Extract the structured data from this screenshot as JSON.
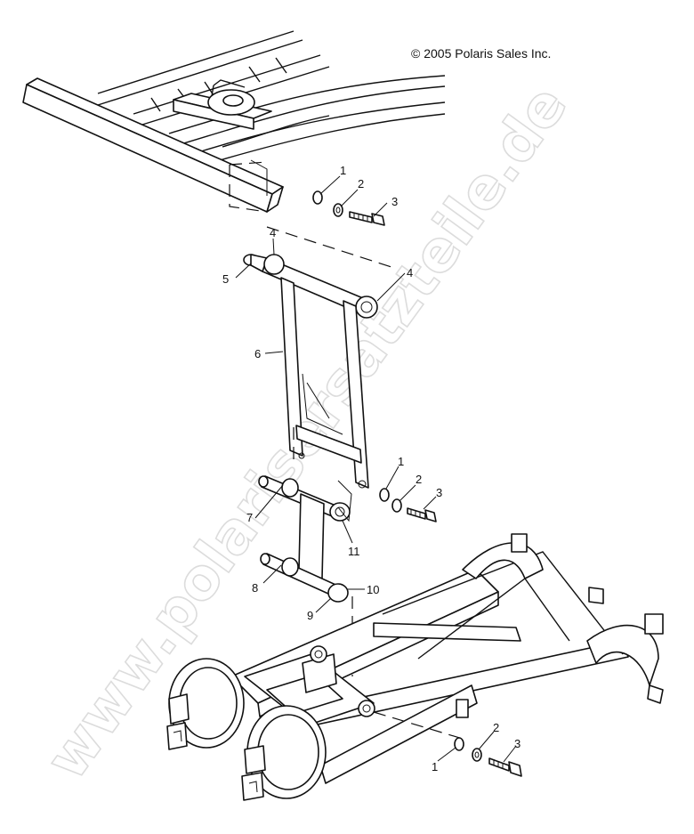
{
  "copyright": "© 2005 Polaris Sales Inc.",
  "watermark": "www.polarisersatzteile.de",
  "callouts": {
    "top_1": "1",
    "top_2": "2",
    "top_3": "3",
    "top_4a": "4",
    "top_4b": "4",
    "top_5": "5",
    "top_6": "6",
    "mid_1": "1",
    "mid_2": "2",
    "mid_3": "3",
    "mid_7": "7",
    "mid_11": "11",
    "mid_8": "8",
    "mid_9": "9",
    "mid_10": "10",
    "bot_1": "1",
    "bot_2": "2",
    "bot_3": "3"
  }
}
